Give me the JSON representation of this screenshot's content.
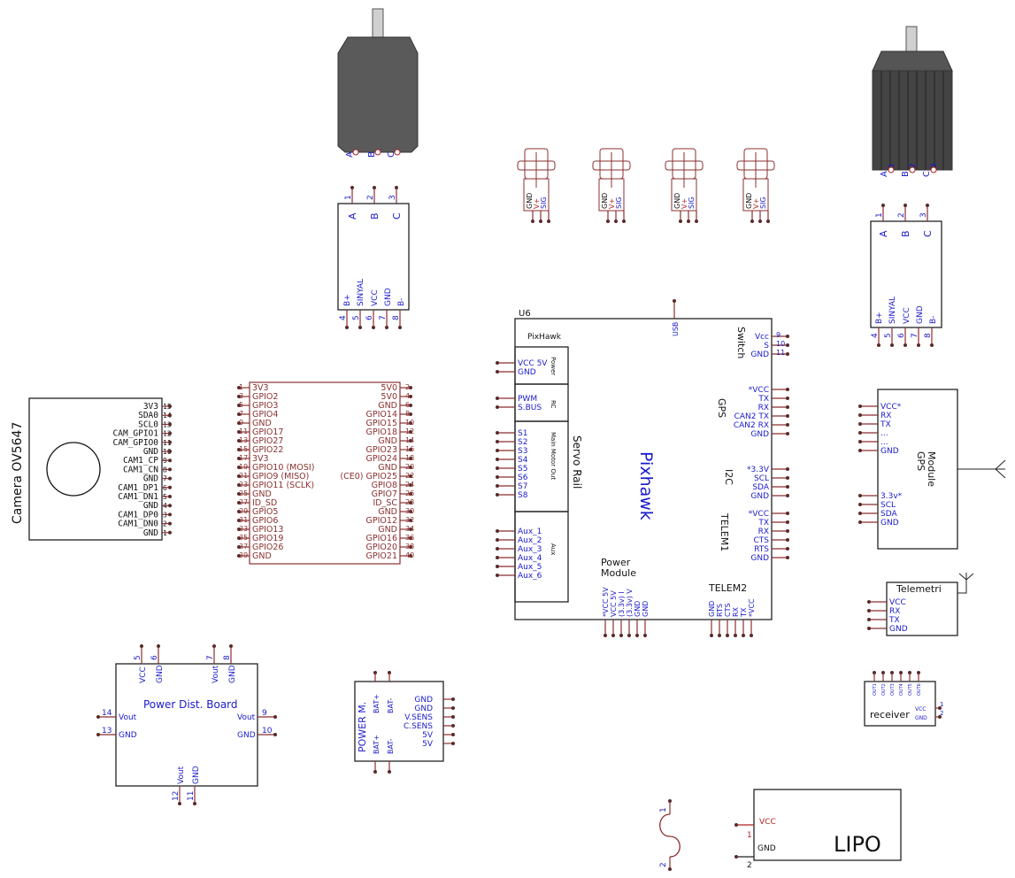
{
  "motor_left": {
    "pins": [
      "A",
      "B",
      "C"
    ]
  },
  "motor_right": {
    "pins": [
      "A",
      "B",
      "C"
    ],
    "nums": [
      "1",
      "2",
      "3"
    ]
  },
  "esc": {
    "top": [
      {
        "n": "1",
        "l": "A"
      },
      {
        "n": "2",
        "l": "B"
      },
      {
        "n": "3",
        "l": "C"
      }
    ],
    "bottom": [
      {
        "n": "4",
        "l": "B+"
      },
      {
        "n": "5",
        "l": "SINYAL"
      },
      {
        "n": "6",
        "l": "VCC"
      },
      {
        "n": "7",
        "l": "GND"
      },
      {
        "n": "8",
        "l": "B-"
      }
    ]
  },
  "servo": {
    "pins": [
      "GND",
      "V+",
      "SIG"
    ]
  },
  "camera": {
    "title": "Camera OV5647",
    "pins": [
      {
        "l": "3V3",
        "n": "15"
      },
      {
        "l": "SDA0",
        "n": "14"
      },
      {
        "l": "SCL0",
        "n": "13"
      },
      {
        "l": "CAM_GPIO1",
        "n": "12"
      },
      {
        "l": "CAM_GPIO0",
        "n": "11"
      },
      {
        "l": "GND",
        "n": "10"
      },
      {
        "l": "CAM1_CP",
        "n": "9"
      },
      {
        "l": "CAM1_CN",
        "n": "8"
      },
      {
        "l": "GND",
        "n": "7"
      },
      {
        "l": "CAM1_DP1",
        "n": "6"
      },
      {
        "l": "CAM1_DN1",
        "n": "5"
      },
      {
        "l": "GND",
        "n": "4"
      },
      {
        "l": "CAM1_DP0",
        "n": "3"
      },
      {
        "l": "CAM1_DN0",
        "n": "2"
      },
      {
        "l": "GND",
        "n": "1"
      }
    ]
  },
  "rpi": {
    "left": [
      {
        "n": "1",
        "l": "3V3"
      },
      {
        "n": "3",
        "l": "GPIO2"
      },
      {
        "n": "5",
        "l": "GPIO3"
      },
      {
        "n": "7",
        "l": "GPIO4"
      },
      {
        "n": "9",
        "l": "GND"
      },
      {
        "n": "11",
        "l": "GPIO17"
      },
      {
        "n": "13",
        "l": "GPIO27"
      },
      {
        "n": "15",
        "l": "GPIO22"
      },
      {
        "n": "17",
        "l": "3V3"
      },
      {
        "n": "19",
        "l": "GPIO10 (MOSI)"
      },
      {
        "n": "21",
        "l": "GPIO9 (MISO)"
      },
      {
        "n": "23",
        "l": "GPIO11 (SCLK)"
      },
      {
        "n": "25",
        "l": "GND"
      },
      {
        "n": "27",
        "l": "ID_SD"
      },
      {
        "n": "29",
        "l": "GPIO5"
      },
      {
        "n": "31",
        "l": "GPIO6"
      },
      {
        "n": "33",
        "l": "GPIO13"
      },
      {
        "n": "35",
        "l": "GPIO19"
      },
      {
        "n": "37",
        "l": "GPIO26"
      },
      {
        "n": "39",
        "l": "GND"
      }
    ],
    "right": [
      {
        "n": "2",
        "l": "5V0"
      },
      {
        "n": "4",
        "l": "5V0"
      },
      {
        "n": "6",
        "l": "GND"
      },
      {
        "n": "8",
        "l": "GPIO14"
      },
      {
        "n": "10",
        "l": "GPIO15"
      },
      {
        "n": "12",
        "l": "GPIO18"
      },
      {
        "n": "14",
        "l": "GND"
      },
      {
        "n": "16",
        "l": "GPIO23"
      },
      {
        "n": "18",
        "l": "GPIO24"
      },
      {
        "n": "20",
        "l": "GND"
      },
      {
        "n": "22",
        "l": "(CE0) GPIO25"
      },
      {
        "n": "24",
        "l": "GPIO8"
      },
      {
        "n": "26",
        "l": "GPIO7"
      },
      {
        "n": "28",
        "l": "ID_SC"
      },
      {
        "n": "30",
        "l": "GND"
      },
      {
        "n": "32",
        "l": "GPIO12"
      },
      {
        "n": "34",
        "l": "GND"
      },
      {
        "n": "36",
        "l": "GPIO16"
      },
      {
        "n": "38",
        "l": "GPIO20"
      },
      {
        "n": "40",
        "l": "GPIO21"
      }
    ]
  },
  "pixhawk": {
    "ref": "U6",
    "sub": "PixHawk",
    "name": "Pixhawk",
    "usb": "USB",
    "power_port": {
      "tag": "Power",
      "pins": [
        "VCC 5V",
        "GND"
      ]
    },
    "rc_port": {
      "tag": "RC",
      "pins": [
        "PWM",
        "S.BUS"
      ]
    },
    "main_port": {
      "tag": "Main Motor Out",
      "pins": [
        "S1",
        "S2",
        "S3",
        "S4",
        "S5",
        "S6",
        "S7",
        "S8"
      ]
    },
    "aux_port": {
      "tag": "Aux",
      "pins": [
        "Aux_1",
        "Aux_2",
        "Aux_3",
        "Aux_4",
        "Aux_5",
        "Aux_6"
      ]
    },
    "servo_rail": "Servo Rail",
    "switch": {
      "title": "Switch",
      "pins": [
        {
          "l": "Vcc",
          "n": "9"
        },
        {
          "l": "S",
          "n": "10"
        },
        {
          "l": "GND",
          "n": "11"
        }
      ]
    },
    "gps": {
      "title": "GPS",
      "pins": [
        "*VCC",
        "TX",
        "RX",
        "CAN2 TX",
        "CAN2 RX",
        "GND"
      ]
    },
    "i2c": {
      "title": "I2C",
      "pins": [
        "*3.3V",
        "SCL",
        "SDA",
        "GND"
      ]
    },
    "telem1": {
      "title": "TELEM1",
      "pins": [
        "*VCC",
        "TX",
        "RX",
        "CTS",
        "RTS",
        "GND"
      ]
    },
    "pm_title": [
      "Power",
      "Module"
    ],
    "pm_pins": [
      "*VCC 5V",
      "VCC 5V",
      "(3.3v) I",
      "(3.3v) V",
      "GND",
      "GND"
    ],
    "telem2": {
      "title": "TELEM2",
      "pins": [
        "GND",
        "RTS",
        "CTS",
        "RX",
        "TX",
        "*VCC"
      ]
    }
  },
  "gps_module": {
    "title": [
      "GPS",
      "Module"
    ],
    "pins": [
      "VCC*",
      "RX",
      "TX",
      "...",
      "...",
      "GND",
      "3.3v*",
      "SCL",
      "SDA",
      "GND"
    ]
  },
  "telemetri": {
    "title": "Telemetri",
    "pins": [
      "VCC",
      "RX",
      "TX",
      "GND"
    ]
  },
  "receiver": {
    "title": "receiver",
    "outs": [
      "OUT1",
      "OUT2",
      "OUT3",
      "OUT4",
      "OUT5",
      "OUT6"
    ],
    "pins": [
      "VCC",
      "GND"
    ],
    "nums": [
      "1",
      "2"
    ]
  },
  "pdb": {
    "title": "Power Dist. Board",
    "top": [
      {
        "n": "5",
        "l": "VCC"
      },
      {
        "n": "6",
        "l": "GND"
      },
      {
        "n": "7",
        "l": "Vout"
      },
      {
        "n": "8",
        "l": "GND"
      }
    ],
    "left": [
      {
        "n": "14",
        "l": "Vout"
      },
      {
        "n": "13",
        "l": "GND"
      }
    ],
    "right": [
      {
        "n": "9",
        "l": "Vout"
      },
      {
        "n": "10",
        "l": "GND"
      }
    ],
    "bottom": [
      {
        "n": "12",
        "l": "Vout"
      },
      {
        "n": "11",
        "l": "GND"
      }
    ]
  },
  "power_m": {
    "title": "POWER M.",
    "top": [
      "BAT+",
      "BAT-"
    ],
    "bottom": [
      "BAT+",
      "BAT-"
    ],
    "right": [
      "GND",
      "GND",
      "V.SENS",
      "C.SENS",
      "5V",
      "5V"
    ]
  },
  "fuse": {
    "nums": [
      "1",
      "2"
    ]
  },
  "lipo": {
    "title": "LIPO",
    "vcc": "VCC",
    "gnd": "GND",
    "n1": "1",
    "n2": "2"
  }
}
